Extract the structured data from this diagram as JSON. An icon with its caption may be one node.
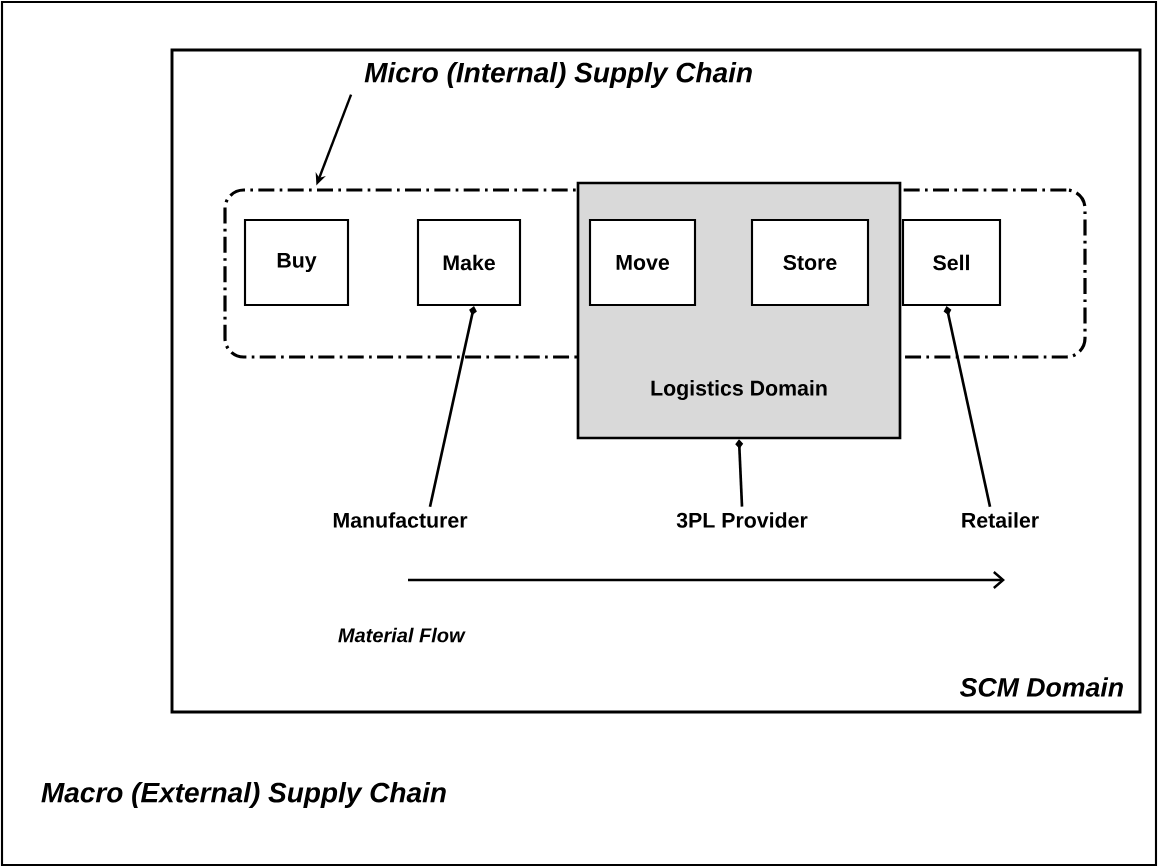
{
  "diagram": {
    "nodes": [
      {
        "text": [
          "Macro (External) Supply Chain"
        ]
      },
      {
        "text": [
          "SCM Domain"
        ],
        "in": 0
      },
      {
        "text": [
          "Micro (Internal) Supply Chain"
        ],
        "in": 1
      },
      {
        "text": [],
        "shape": "box",
        "in": 1
      },
      {
        "text": [
          "Buy"
        ],
        "in": 3
      },
      {
        "text": [
          "Make"
        ],
        "in": 3
      },
      {
        "text": [
          "Logistics Domain"
        ],
        "in": 1
      },
      {
        "text": [
          "Move"
        ]
      },
      {
        "text": [
          "Store"
        ]
      },
      {
        "text": [
          "Sell"
        ],
        "in": 3
      },
      {
        "text": [
          "Manufacturer"
        ],
        "in": 1
      },
      {
        "text": [
          "3PL Provider"
        ],
        "in": 1
      },
      {
        "text": [
          "Retailer"
        ],
        "in": 1
      }
    ],
    "edges": [
      {
        "from": 2,
        "to": 3,
        "arrow": "to"
      },
      {
        "from": 10,
        "to": 5,
        "arrow": "other"
      },
      {
        "from": 11,
        "to": 6,
        "arrow": "other"
      },
      {
        "from": 12,
        "to": 9,
        "arrow": "other"
      }
    ],
    "labels": [
      "Material Flow"
    ]
  }
}
